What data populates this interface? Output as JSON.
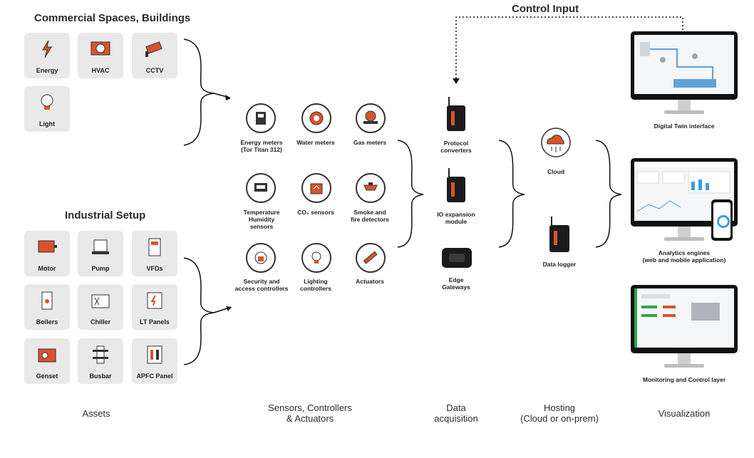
{
  "headings": {
    "commercial": "Commercial Spaces, Buildings",
    "industrial": "Industrial Setup",
    "control_input": "Control Input"
  },
  "assets_commercial": [
    "Energy",
    "HVAC",
    "CCTV",
    "Light"
  ],
  "assets_industrial": [
    "Motor",
    "Pump",
    "VFDs",
    "Boilers",
    "Chiller",
    "LT Panels",
    "Genset",
    "Busbar",
    "APFC Panel"
  ],
  "sensors": {
    "energy_meters": "Energy meters",
    "energy_meters_sub": "(Tor Titan 312)",
    "water_meters": "Water meters",
    "gas_meters": "Gas meters",
    "temp_1": "Temperature",
    "temp_2": "Humidity",
    "temp_3": "sensors",
    "co2": "CO₂ sensors",
    "smoke_1": "Smoke and",
    "smoke_2": "fire detectors",
    "security_1": "Security and",
    "security_2": "access controllers",
    "lighting_1": "Lighting",
    "lighting_2": "controllers",
    "actuators": "Actuators"
  },
  "acquisition": {
    "protocol_1": "Protocol",
    "protocol_2": "converters",
    "io_1": "IO expansion",
    "io_2": "module",
    "edge_1": "Edge",
    "edge_2": "Gateways"
  },
  "hosting": {
    "cloud": "Cloud",
    "logger": "Data logger"
  },
  "visualization": {
    "twin": "Digital Twin interface",
    "analytics_1": "Analytics engines",
    "analytics_2": "(web and mobile application)",
    "monitoring": "Monitoring and Control layer"
  },
  "footers": {
    "assets": "Assets",
    "sensors_1": "Sensors, Controllers",
    "sensors_2": "& Actuators",
    "acq_1": "Data",
    "acq_2": "acquisition",
    "host_1": "Hosting",
    "host_2": "(Cloud or on-prem)",
    "vis": "Visualization"
  },
  "colors": {
    "accent": "#d9532b",
    "tile": "#e9e9e9",
    "dark": "#1b1b1b"
  }
}
